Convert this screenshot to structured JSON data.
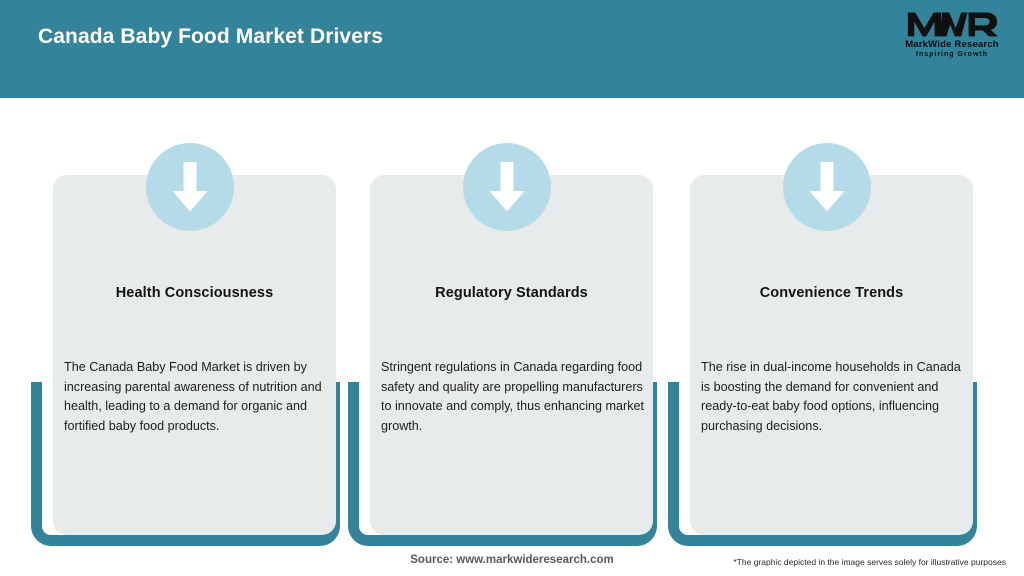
{
  "header": {
    "title": "Canada Baby Food Market Drivers",
    "bar_color": "#33849B",
    "title_color": "#FFFFFF"
  },
  "logo": {
    "mark_text": "MWR",
    "name": "MarkWide Research",
    "tagline": "Inspiring Growth"
  },
  "cards": [
    {
      "icon": "down-arrow-icon",
      "title": "Health Consciousness",
      "body": "The Canada Baby Food Market is driven by increasing parental awareness of nutrition and health, leading to a demand for organic and fortified baby food products."
    },
    {
      "icon": "down-arrow-icon",
      "title": "Regulatory Standards",
      "body": "Stringent regulations in Canada regarding food safety and quality are propelling manufacturers to innovate and comply, thus enhancing market growth."
    },
    {
      "icon": "down-arrow-icon",
      "title": "Convenience Trends",
      "body": "The rise in dual-income households in Canada is boosting the demand for convenient and ready-to-eat baby food options, influencing purchasing decisions."
    }
  ],
  "footer": {
    "source": "Source: www.markwideresearch.com",
    "disclaimer": "*The graphic depicted in the image serves solely for illustrative purposes"
  },
  "colors": {
    "accent_teal": "#33849B",
    "card_gray": "#E8EBEC",
    "icon_blue": "#B5DBE8",
    "arrow_white": "#FFFFFF"
  }
}
